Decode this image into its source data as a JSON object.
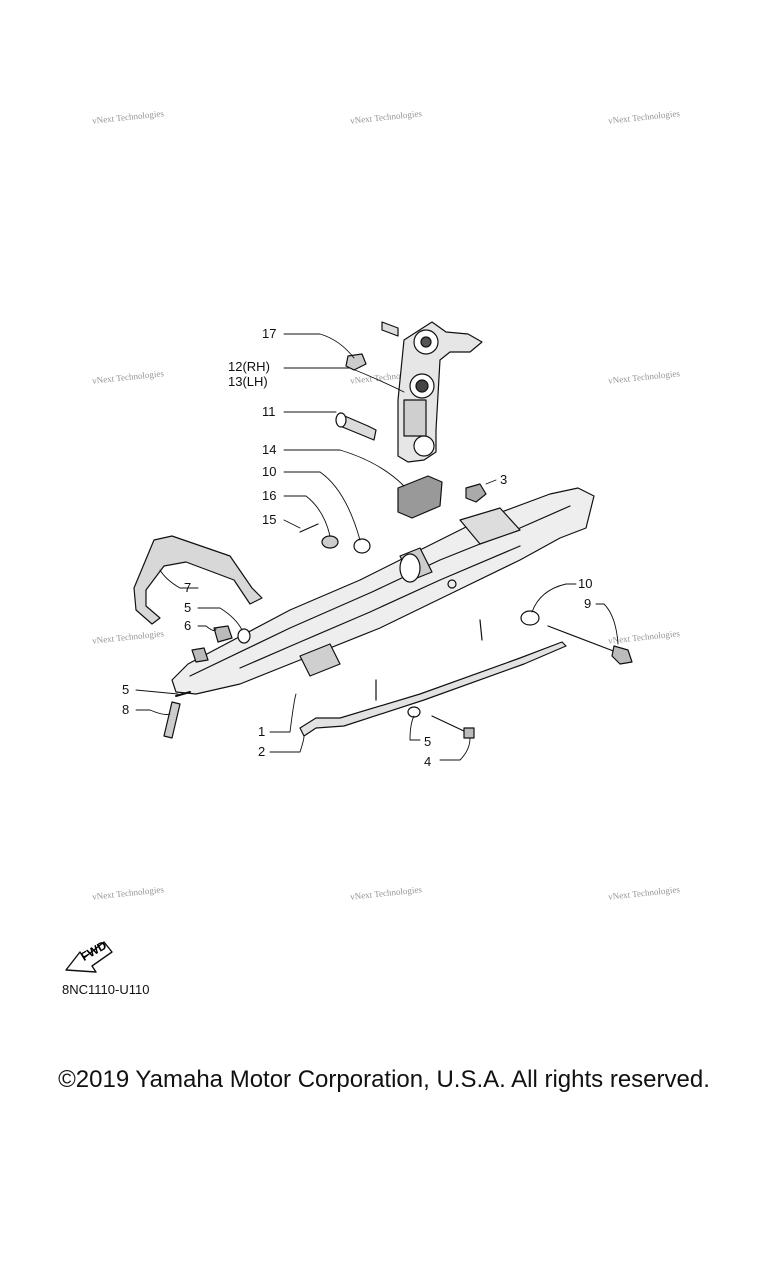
{
  "watermark": {
    "text": "vNext Technologies"
  },
  "callouts": [
    {
      "id": "17",
      "text": "17"
    },
    {
      "id": "12",
      "text": "12(RH)"
    },
    {
      "id": "13",
      "text": "13(LH)"
    },
    {
      "id": "11",
      "text": "11"
    },
    {
      "id": "14",
      "text": "14"
    },
    {
      "id": "10a",
      "text": "10"
    },
    {
      "id": "16",
      "text": "16"
    },
    {
      "id": "15",
      "text": "15"
    },
    {
      "id": "3",
      "text": "3"
    },
    {
      "id": "7",
      "text": "7"
    },
    {
      "id": "5a",
      "text": "5"
    },
    {
      "id": "6",
      "text": "6"
    },
    {
      "id": "5b",
      "text": "5"
    },
    {
      "id": "8",
      "text": "8"
    },
    {
      "id": "1",
      "text": "1"
    },
    {
      "id": "2",
      "text": "2"
    },
    {
      "id": "10b",
      "text": "10"
    },
    {
      "id": "9",
      "text": "9"
    },
    {
      "id": "5c",
      "text": "5"
    },
    {
      "id": "4",
      "text": "4"
    }
  ],
  "fwd_label": "FWD",
  "diagram_code": "8NC1110-U110",
  "copyright": "©2019 Yamaha Motor Corporation, U.S.A. All rights reserved."
}
